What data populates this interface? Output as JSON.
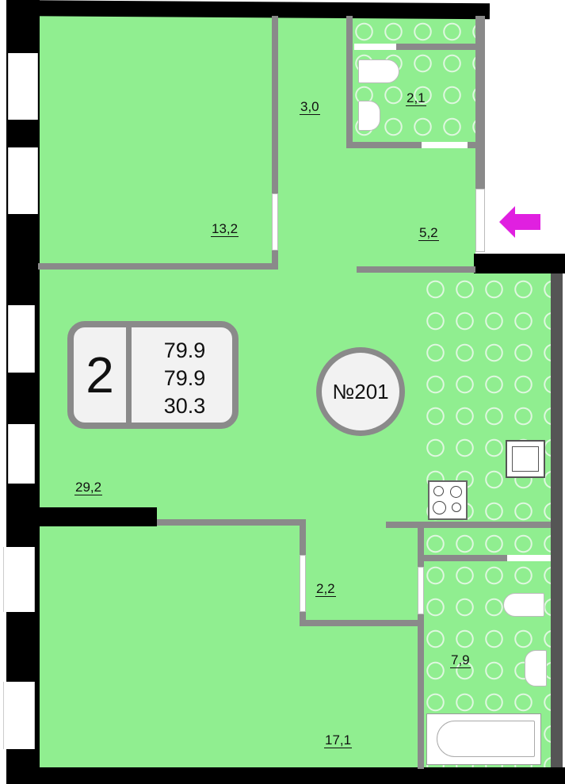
{
  "apartment": {
    "rooms_count": "2",
    "areas": [
      "79.9",
      "79.9",
      "30.3"
    ],
    "number": "№201"
  },
  "rooms": [
    {
      "id": "bedroom-1",
      "area": "13,2"
    },
    {
      "id": "hallway",
      "area": "3,0"
    },
    {
      "id": "wc",
      "area": "2,1"
    },
    {
      "id": "entrance",
      "area": "5,2"
    },
    {
      "id": "living-kitchen",
      "area": "29,2"
    },
    {
      "id": "corridor",
      "area": "2,2"
    },
    {
      "id": "bathroom",
      "area": "7,9"
    },
    {
      "id": "bedroom-2",
      "area": "17,1"
    }
  ],
  "colors": {
    "floor": "#90ee90",
    "wall": "#8a8a8a",
    "exterior": "#000000",
    "entrance_arrow": "#e020e0"
  },
  "icons": [
    "toilet-icon",
    "sink-icon",
    "stove-icon",
    "kitchen-sink-icon",
    "bathtub-icon",
    "entrance-arrow-icon"
  ]
}
